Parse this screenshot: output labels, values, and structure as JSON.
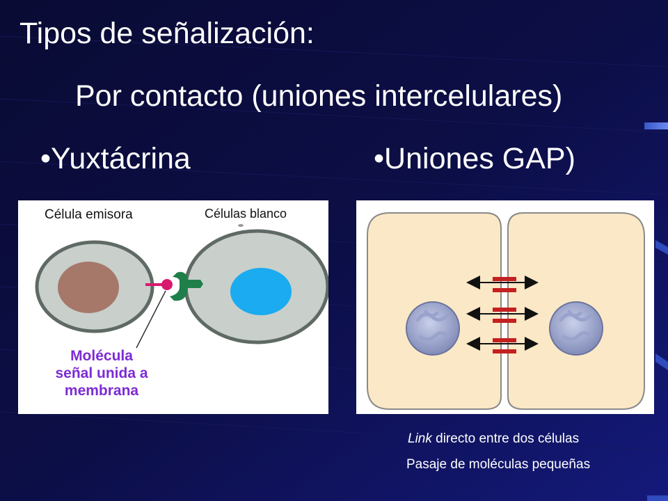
{
  "slide": {
    "title": "Tipos de señalización:",
    "subtitle": "Por contacto (uniones intercelulares)",
    "bullet_left": "•Yuxtácrina",
    "bullet_right": "•Uniones GAP)"
  },
  "juxtacrine_figure": {
    "label_sender": "Célula emisora",
    "label_targets": "Células blanco",
    "label_molecule": "Molécula\nseñal unida a\nmembrana"
  },
  "gap_figure": {
    "caption_italic": "Link",
    "caption_rest": " directo entre dos células",
    "caption_2": "Pasaje de moléculas pequeñas"
  },
  "colors": {
    "background": "#0b0c3c",
    "text": "#ffffff",
    "molecule_label": "#7b2bd4",
    "cell_gray": "#c9cfcb",
    "nucleus_brown": "#a5786a",
    "nucleus_blue": "#1aabf0",
    "receptor_green": "#1f7f4a",
    "ligand_magenta": "#d81a6e",
    "gap_cell": "#fbe8c6",
    "gap_channel": "#c42020"
  }
}
